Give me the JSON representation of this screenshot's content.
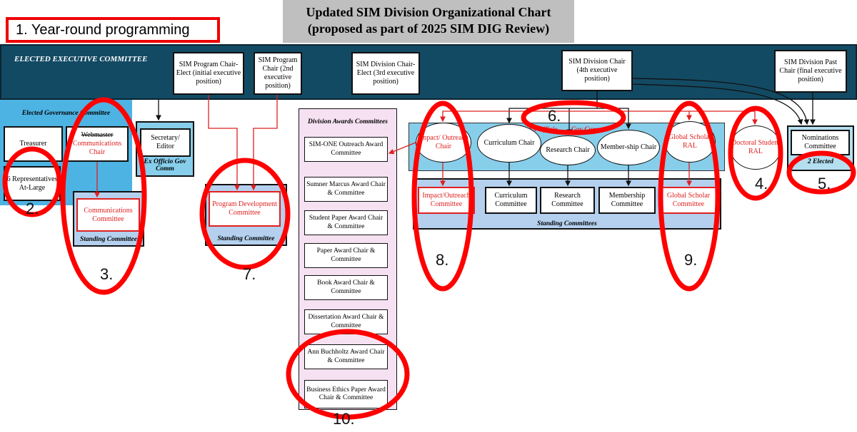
{
  "title": {
    "line1": "Updated SIM Division Organizational Chart",
    "line2": "(proposed as part of 2025 SIM DIG Review)"
  },
  "annotation_heading": "1.  Year-round programming",
  "executive": {
    "label": "ELECTED EXECUTIVE COMMITTEE",
    "program_chair_elect": "SIM Program Chair-Elect (initial executive position)",
    "program_chair": "SIM Program Chair (2nd executive position)",
    "division_chair_elect": "SIM Division Chair-Elect (3rd executive position)",
    "division_chair": "SIM Division Chair (4th executive position)",
    "past_chair": "SIM Division Past Chair (final executive position)"
  },
  "governance": {
    "label": "Elected Governance Committee",
    "treasurer": "Treasurer",
    "webmaster_struck": "Webmaster",
    "communications_chair": "Communications Chair",
    "representatives": "6 Representatives At-Large",
    "secretary": "Secretary/ Editor",
    "secretary_label": "Ex Officio Gov Comm",
    "communications_committee": "Communications Committee",
    "standing": "Standing Committee"
  },
  "program_dev": {
    "name": "Program Development Committee",
    "standing": "Standing Committee"
  },
  "awards": {
    "label": "Division Awards Committees",
    "items": [
      "SIM-ONE Outreach Award Committee",
      "Sumner Marcus Award Chair & Committee",
      "Student Paper Award Chair & Committee",
      "Paper Award Chair & Committee",
      "Book Award Chair & Committee",
      "Dissertation Award Chair & Committee",
      "Ann Buchholtz Award Chair & Committee",
      "Business Ethics Paper Award Chair & Committee"
    ]
  },
  "exofficio": {
    "label1": "Ex Officio",
    "label2": "Gov Comm",
    "chairs": [
      "Impact/ Outreach Chair",
      "Curriculum Chair",
      "Research Chair",
      "Member-ship Chair",
      "Global Scholar RAL"
    ],
    "doctoral": "Doctoral Student RAL"
  },
  "standing": {
    "label": "Standing Committees",
    "committees": [
      "Impact/Outreach Committee",
      "Curriculum Committee",
      "Research Committee",
      "Membership Committee",
      "Global Scholar Committee"
    ]
  },
  "nominations": {
    "name": "Nominations Committee",
    "label": "2 Elected"
  },
  "markers": [
    "2.",
    "3.",
    "4.",
    "5.",
    "6.",
    "7.",
    "8.",
    "9.",
    "10."
  ]
}
